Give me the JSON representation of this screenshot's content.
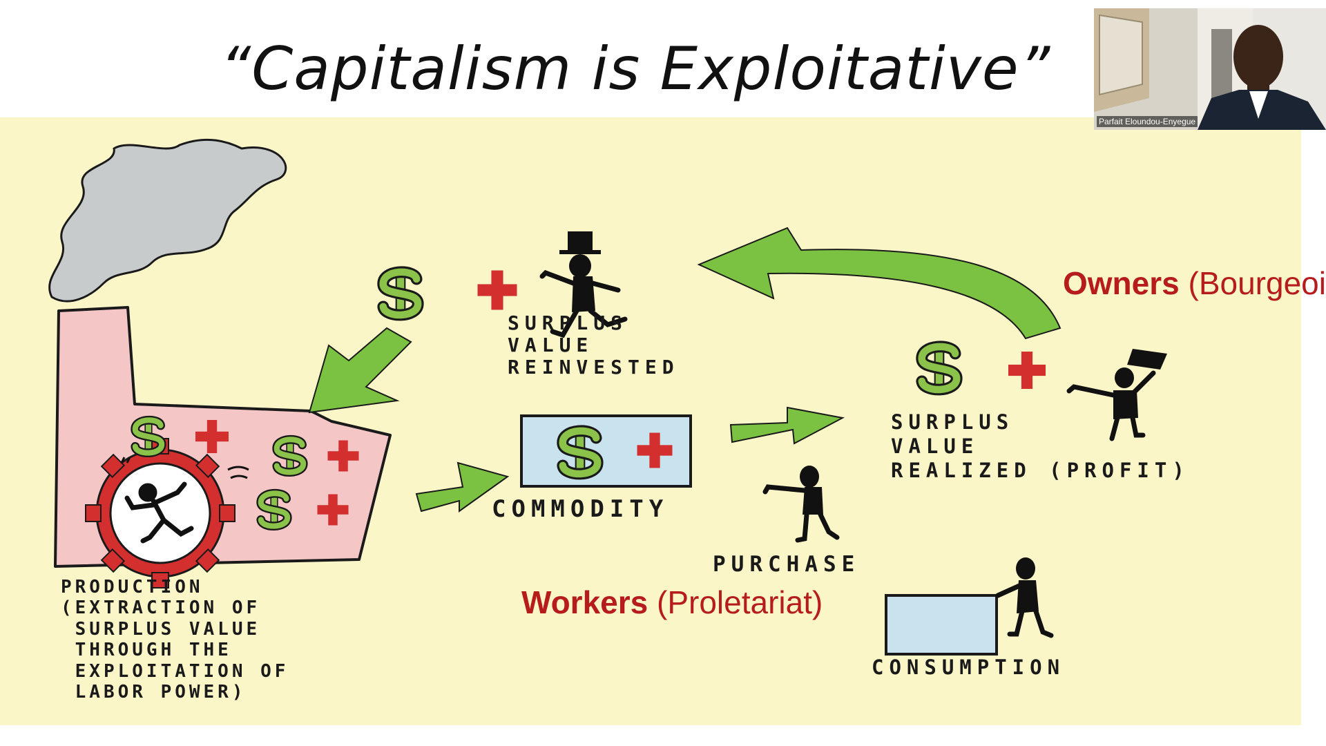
{
  "slide": {
    "title": "“Capitalism is Exploitative”"
  },
  "diagram": {
    "surplus_reinvested": "SURPLUS\nVALUE\nREINVESTED",
    "commodity": "COMMODITY",
    "surplus_realized": "SURPLUS\nVALUE\nREALIZED (PROFIT)",
    "purchase": "PURCHASE",
    "consumption": "CONSUMPTION",
    "production": "PRODUCTION\n(EXTRACTION OF\n SURPLUS VALUE\n THROUGH THE\n EXPLOITATION OF\n LABOR POWER)"
  },
  "annotations": {
    "owners_bold": "Owners",
    "owners_rest": " (Bourgeoi",
    "workers_bold": "Workers",
    "workers_rest": " (Proletariat)"
  },
  "video": {
    "participant_name": "Parfait Eloundou-Enyegue"
  },
  "colors": {
    "panel": "#fbf6c8",
    "arrow_green": "#7cc242",
    "dollar_green": "#8bc34a",
    "plus_red": "#d32f2f",
    "factory_pink": "#f4c6c6",
    "smoke_gray": "#c8cbcc",
    "commodity_blue": "#c9e3ee",
    "label_red": "#b71c1c"
  }
}
